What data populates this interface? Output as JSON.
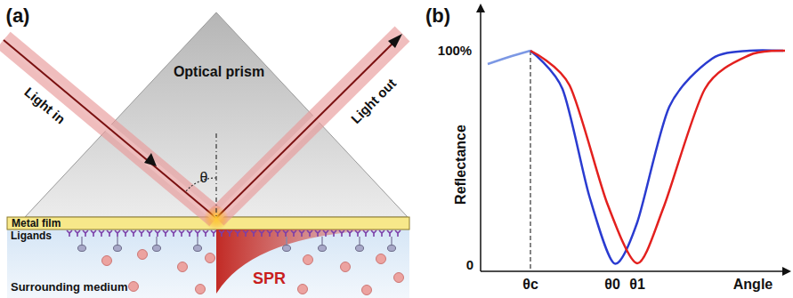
{
  "diagram": {
    "nodes": [
      {
        "text": [
          "Optical prism"
        ]
      },
      {
        "text": [
          "Metal film"
        ]
      },
      {
        "text": [
          "Ligands",
          "SPR",
          "Surrounding medium"
        ]
      }
    ],
    "labels": [
      "(a)",
      "Light in",
      "Light out",
      "θ",
      "(b)",
      "100%",
      "Reflectance",
      "0",
      "θc",
      "θ0",
      "θ1",
      "Angle"
    ]
  }
}
